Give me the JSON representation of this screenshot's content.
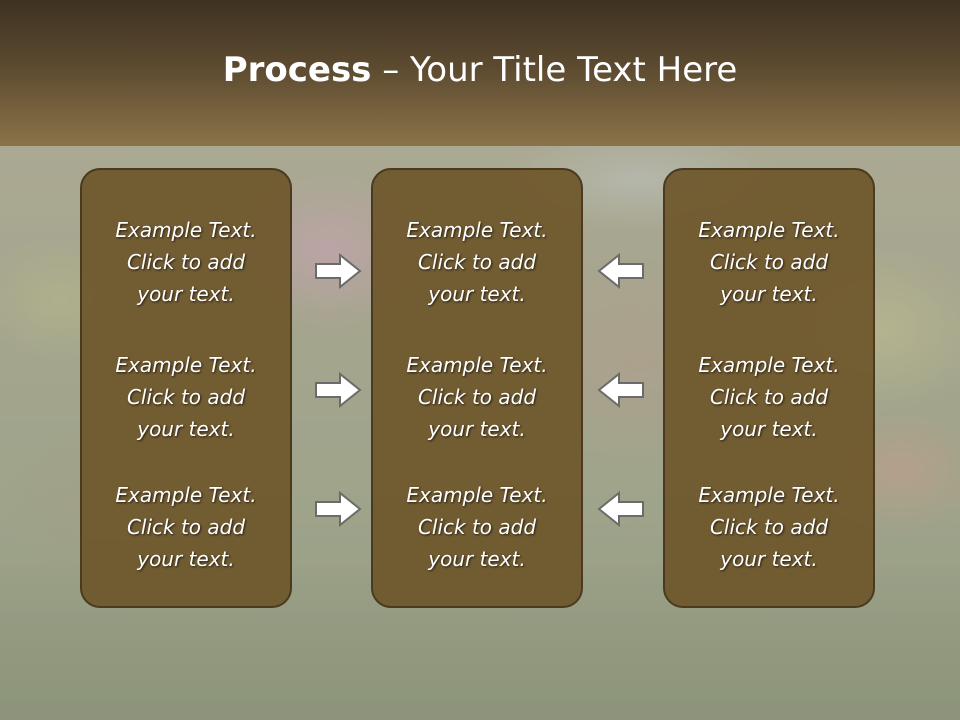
{
  "slide": {
    "title_bold": "Process",
    "title_rest": " – Your Title Text Here"
  },
  "columns": [
    {
      "items": [
        {
          "line1": "Example Text.",
          "line2": "Click  to add",
          "line3": "your text."
        },
        {
          "line1": "Example Text.",
          "line2": "Click  to add",
          "line3": "your text."
        },
        {
          "line1": "Example Text.",
          "line2": "Click  to add",
          "line3": "your text."
        }
      ]
    },
    {
      "items": [
        {
          "line1": "Example Text.",
          "line2": "Click  to add",
          "line3": "your text."
        },
        {
          "line1": "Example Text.",
          "line2": "Click  to add",
          "line3": "your text."
        },
        {
          "line1": "Example Text.",
          "line2": "Click  to add",
          "line3": "your text."
        }
      ]
    },
    {
      "items": [
        {
          "line1": "Example Text.",
          "line2": "Click  to add",
          "line3": "your text."
        },
        {
          "line1": "Example Text.",
          "line2": "Click  to add",
          "line3": "your text."
        },
        {
          "line1": "Example Text.",
          "line2": "Click  to add",
          "line3": "your text."
        }
      ]
    }
  ],
  "arrows": {
    "left_group": "arrow-right-icon",
    "right_group": "arrow-left-icon"
  },
  "colors": {
    "box_fill": "#6e562a",
    "box_border": "#4a3a20",
    "title_bar_top": "#3d3121",
    "title_bar_bottom": "#8a7349",
    "arrow_fill": "#ffffff",
    "arrow_stroke": "#6b6b6b"
  }
}
